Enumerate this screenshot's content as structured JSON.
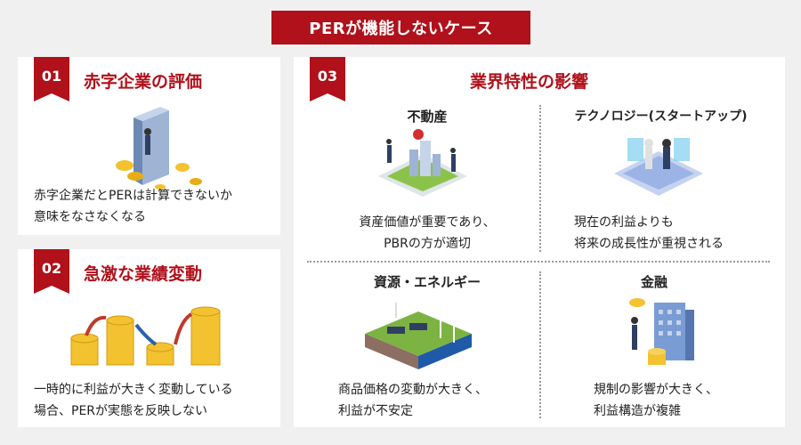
{
  "title": "PERが機能しないケース",
  "panel1": {
    "number": "01",
    "heading": "赤字企業の評価",
    "lines": [
      "赤字企業だとPERは計算できないか",
      "意味をなさなくなる"
    ]
  },
  "panel2": {
    "number": "02",
    "heading": "急激な業績変動",
    "lines": [
      "一時的に利益が大きく変動している",
      "場合、PERが実態を反映しない"
    ]
  },
  "panel3": {
    "number": "03",
    "heading": "業界特性の影響",
    "cells": [
      {
        "title": "不動産",
        "lines": [
          "資産価値が重要であり、",
          "PBRの方が適切"
        ]
      },
      {
        "title": "テクノロジー(スタートアップ)",
        "lines": [
          "現在の利益よりも",
          "将来の成長性が重視される"
        ]
      },
      {
        "title": "資源・エネルギー",
        "lines": [
          "商品価格の変動が大きく、",
          "利益が不安定"
        ]
      },
      {
        "title": "金融",
        "lines": [
          "規制の影響が大きく、",
          "利益構造が複雑"
        ]
      }
    ]
  },
  "colors": {
    "accent": "#b0111b",
    "background": "#f0f0f0",
    "panel": "#ffffff"
  }
}
